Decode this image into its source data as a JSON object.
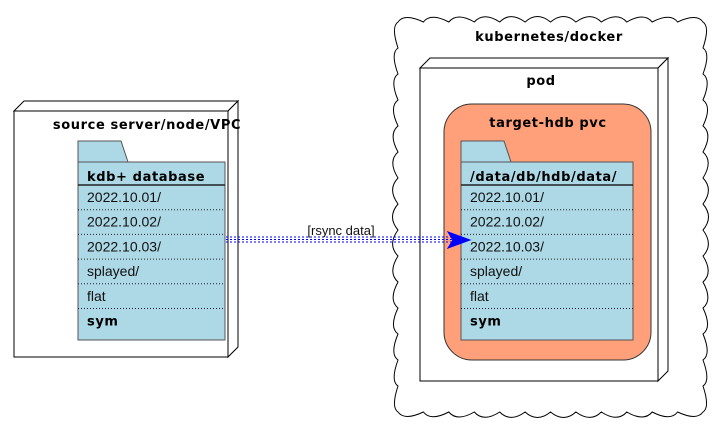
{
  "diagram": {
    "source_node": {
      "title": "source server/node/VPC"
    },
    "cloud": {
      "title": "kubernetes/docker"
    },
    "pod": {
      "title": "pod"
    },
    "pvc": {
      "title": "target-hdb pvc"
    },
    "source_folder": {
      "title": "kdb+ database",
      "rows": [
        "2022.10.01/",
        "2022.10.02/",
        "2022.10.03/",
        "splayed/",
        "flat",
        "sym"
      ]
    },
    "target_folder": {
      "title": "/data/db/hdb/data/",
      "rows": [
        "2022.10.01/",
        "2022.10.02/",
        "2022.10.03/",
        "splayed/",
        "flat",
        "sym"
      ]
    },
    "edge": {
      "label": "[rsync data]"
    }
  },
  "colors": {
    "folder_fill": "#add8e6",
    "pvc_fill": "#ffa07a",
    "arrow": "#0000ff",
    "stroke": "#000000"
  }
}
